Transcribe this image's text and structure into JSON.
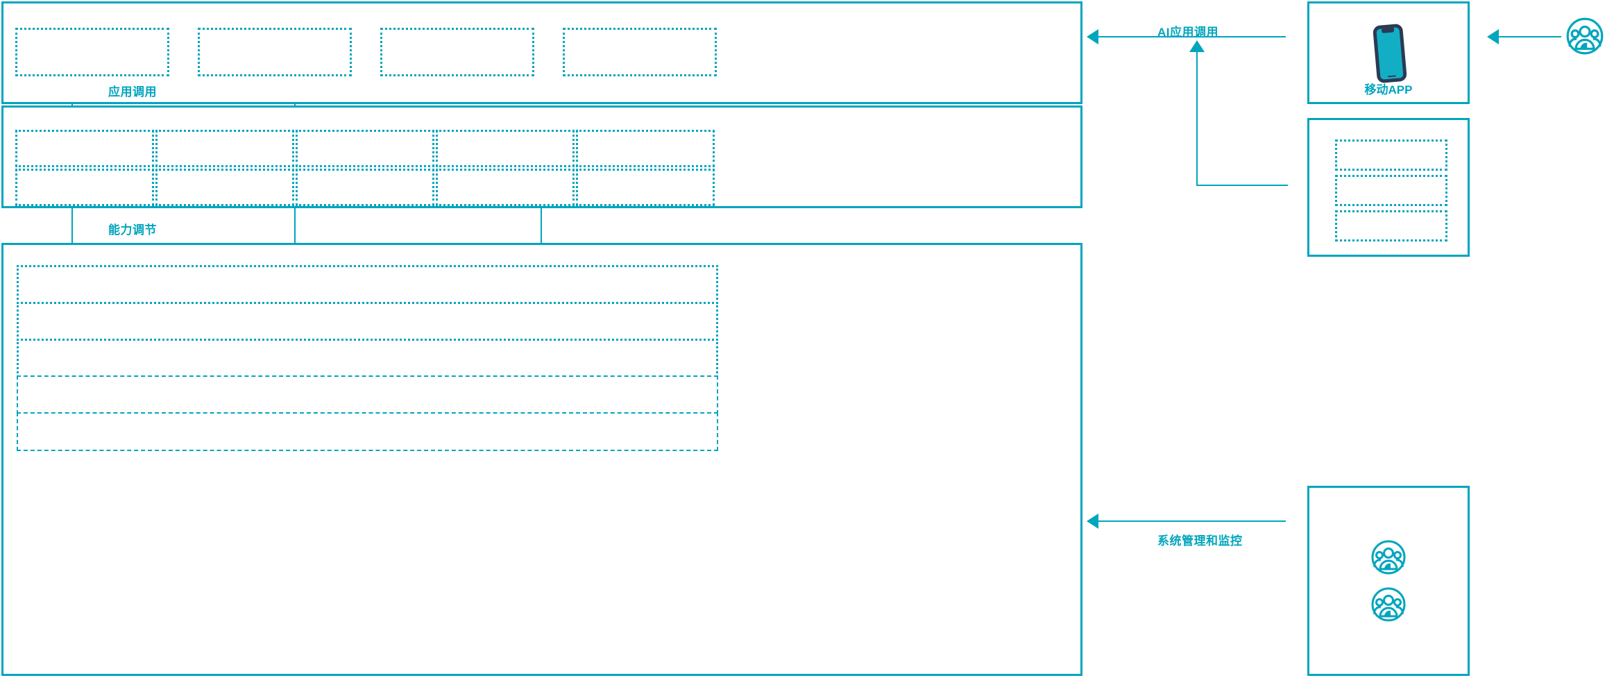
{
  "theme": {
    "accent": "#00A5BE",
    "phone_frame": "#2B3A55",
    "phone_screen": "#12AFC4",
    "background": "#FFFFFF"
  },
  "diagram": {
    "type": "architecture-layer-diagram",
    "left_stack": {
      "layers": [
        {
          "name": "application-layer",
          "slot_count": 4,
          "slots": [
            {
              "label": ""
            },
            {
              "label": ""
            },
            {
              "label": ""
            },
            {
              "label": ""
            }
          ]
        },
        {
          "name": "capability-layer",
          "columns": 5,
          "rows": 2,
          "slots": [
            {
              "label": ""
            },
            {
              "label": ""
            },
            {
              "label": ""
            },
            {
              "label": ""
            },
            {
              "label": ""
            },
            {
              "label": ""
            },
            {
              "label": ""
            },
            {
              "label": ""
            },
            {
              "label": ""
            },
            {
              "label": ""
            }
          ]
        },
        {
          "name": "platform-layer",
          "row_count": 5,
          "slots": [
            {
              "label": ""
            },
            {
              "label": ""
            },
            {
              "label": ""
            },
            {
              "label": ""
            },
            {
              "label": ""
            }
          ]
        }
      ]
    },
    "flow_labels": {
      "app_invoke": "应用调用",
      "capability_adjust": "能力调节",
      "ai_app_invoke": "AI应用调用",
      "system_manage_monitor": "系统管理和监控"
    },
    "right_column": {
      "cards": [
        {
          "name": "mobile-app-card",
          "icon": "mobile-phone-icon",
          "caption": "移动APP"
        },
        {
          "name": "channel-card",
          "icon": "",
          "caption": "",
          "slot_count": 3,
          "slots": [
            {
              "label": ""
            },
            {
              "label": ""
            },
            {
              "label": ""
            }
          ]
        },
        {
          "name": "operations-card",
          "caption": "",
          "icons": [
            "users-group-icon",
            "users-group-icon"
          ]
        }
      ]
    },
    "external_actor": {
      "name": "end-user-actor",
      "icon": "users-group-icon",
      "label": ""
    }
  }
}
